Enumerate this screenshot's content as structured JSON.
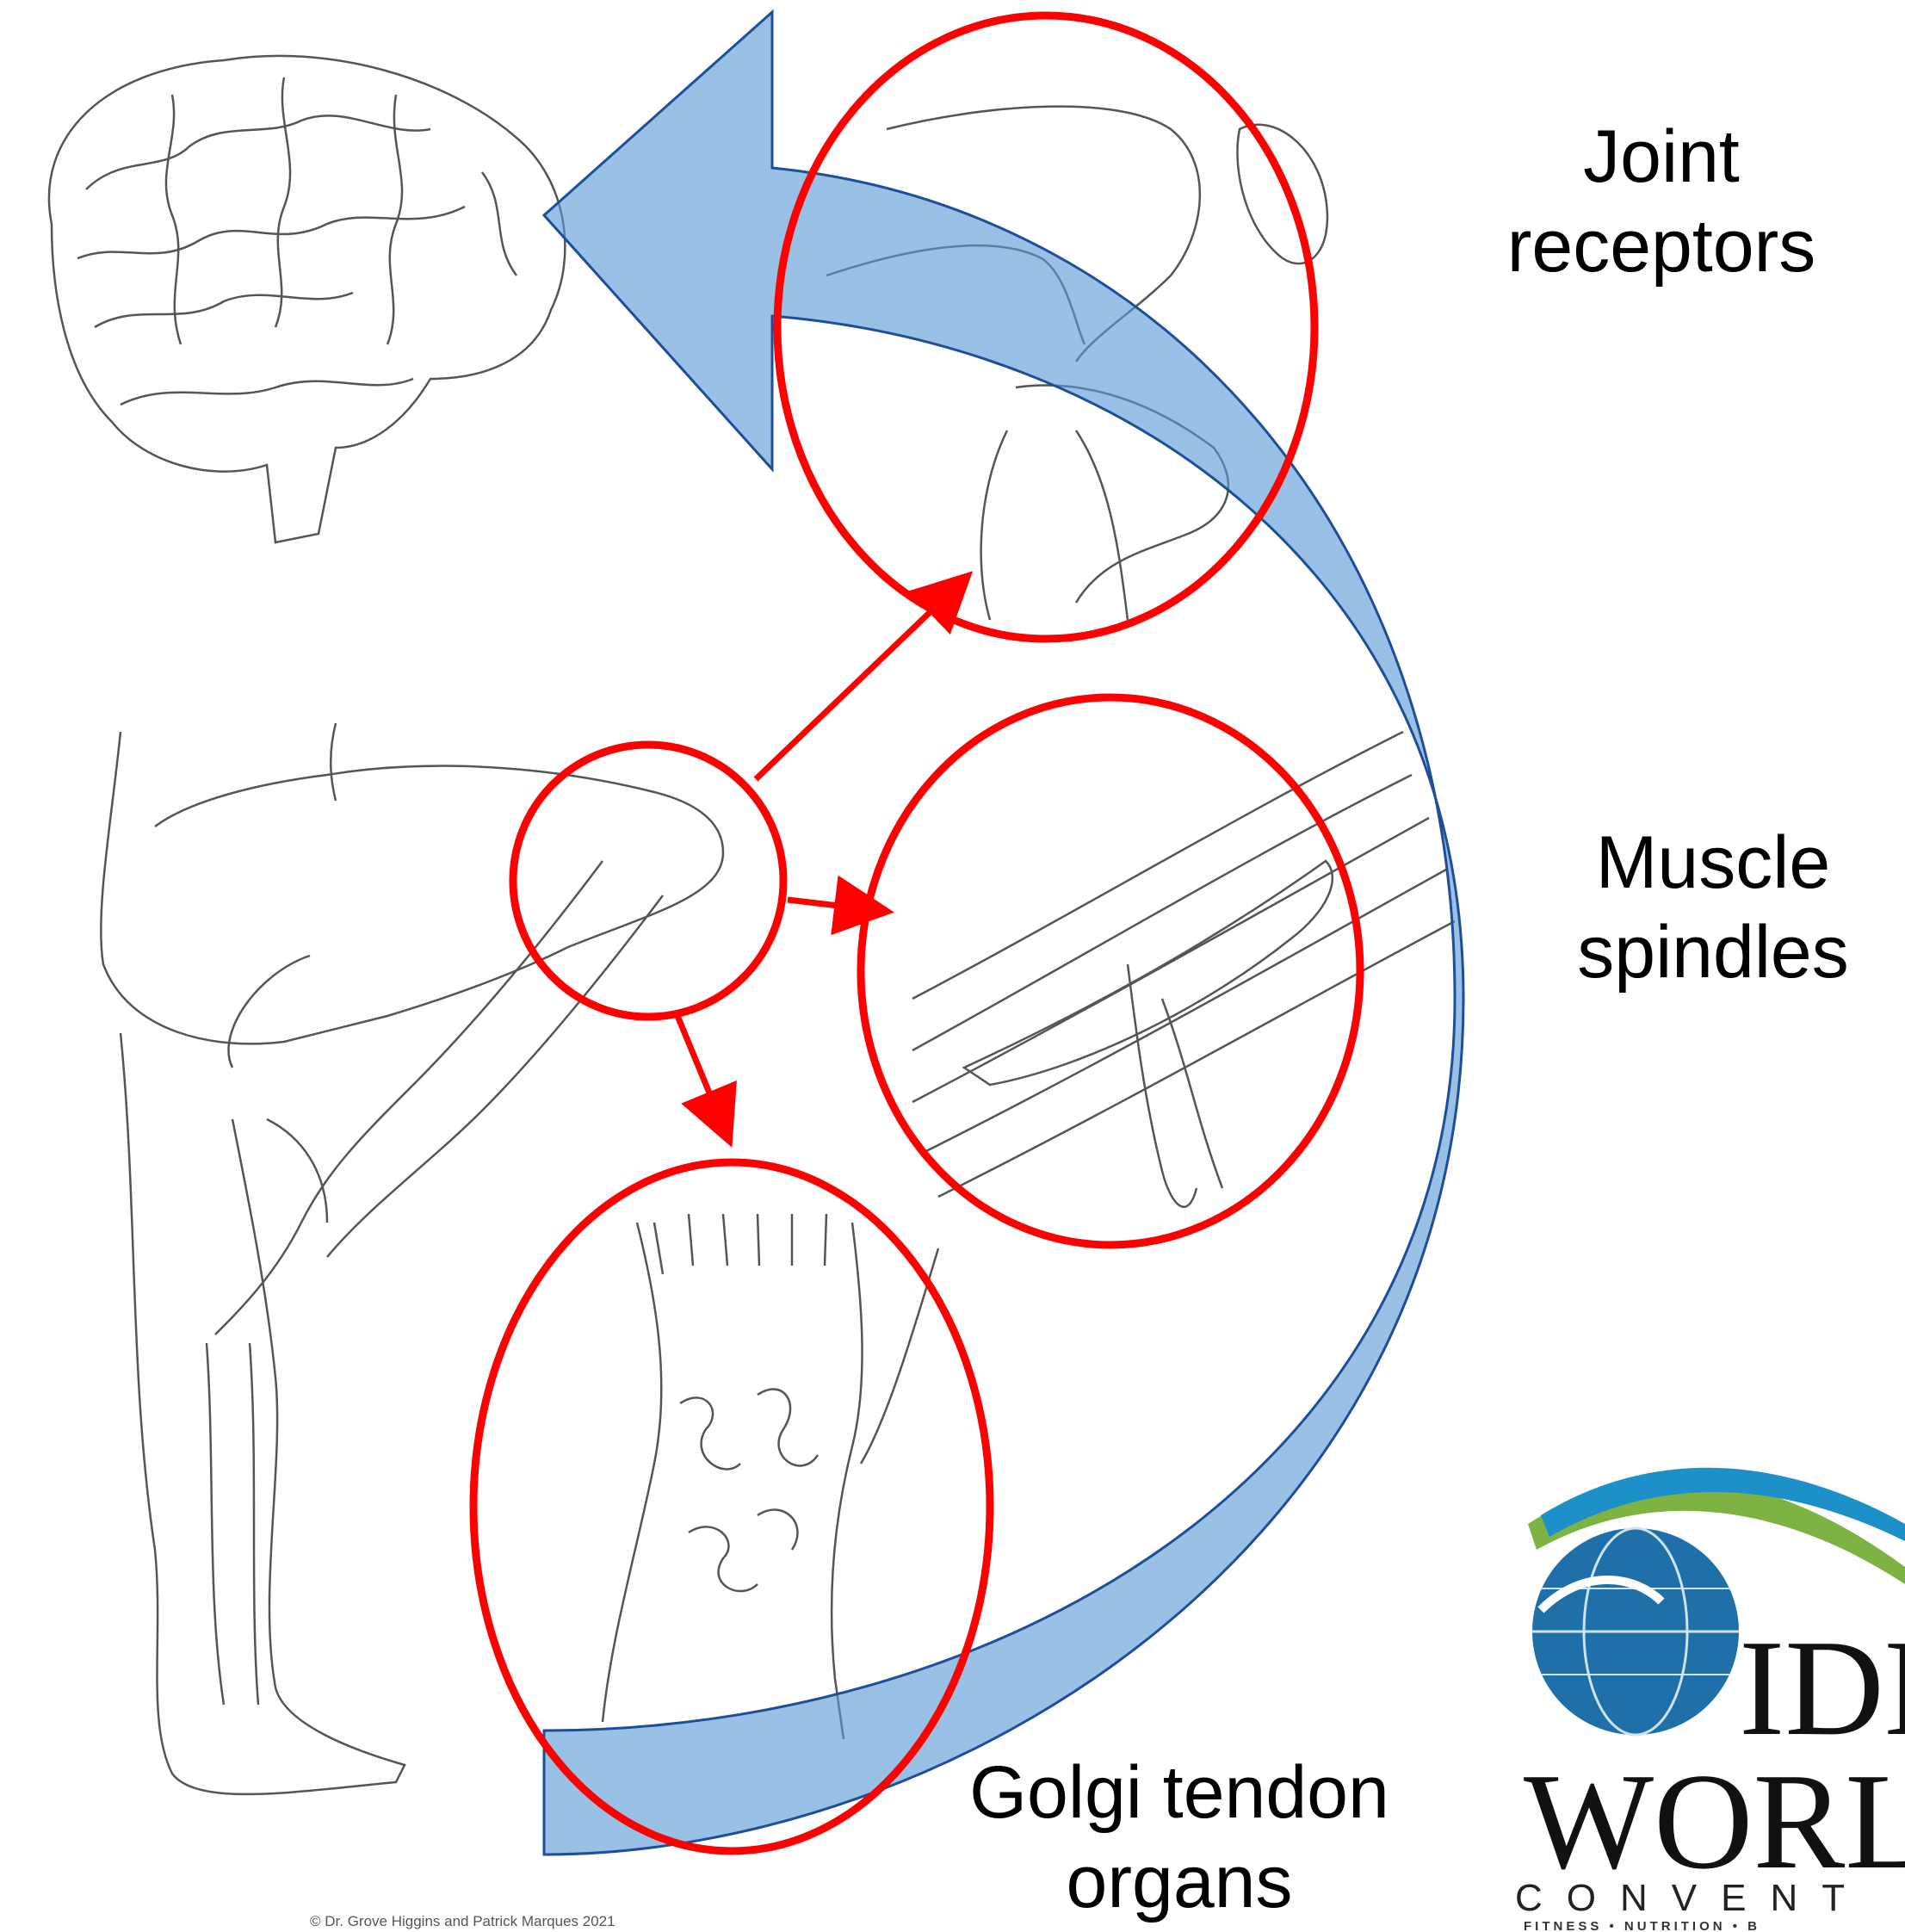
{
  "labels": {
    "joint_receptors": [
      "Joint",
      "receptors"
    ],
    "muscle_spindles": [
      "Muscle",
      "spindles"
    ],
    "golgi_tendon_organs": [
      "Golgi tendon",
      "organs"
    ]
  },
  "copyright": "© Dr. Grove Higgins and Patrick Marques 2021",
  "logo": {
    "line1": "IDE",
    "line2": "WORL",
    "line3": "CONVENT",
    "tagline": "FITNESS • NUTRITION • B"
  },
  "colors": {
    "highlight_red": "#ff0000",
    "arrow_fill": "#5b9bd5",
    "arrow_stroke": "#1f4e99",
    "sketch": "#555555"
  },
  "icons": [
    "brain-illustration",
    "knee-joint-illustration",
    "muscle-spindle-illustration",
    "golgi-tendon-illustration",
    "leg-illustration",
    "globe-icon"
  ]
}
